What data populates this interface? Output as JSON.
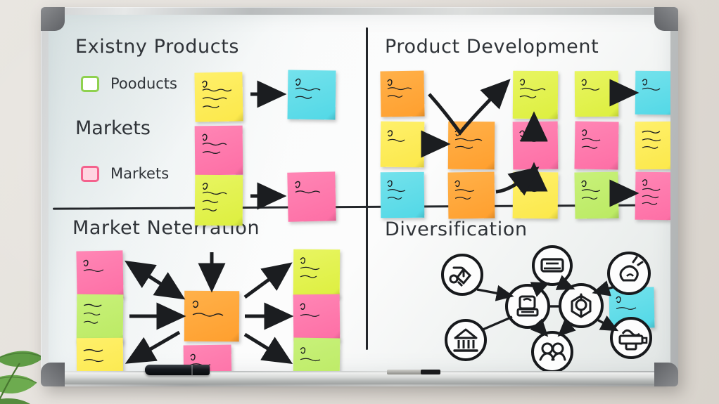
{
  "scene": {
    "background_color": "#e5e1dc",
    "plant": {
      "name": "potted-plant",
      "leaf_color": "#6aa84f"
    }
  },
  "board": {
    "frame_color": "#c3c6c7",
    "corner_cap_color": "#6f7174",
    "surface_color": "#fbfcfc",
    "tray": {
      "markers": [
        {
          "name": "black-whiteboard-marker",
          "color": "#14181d"
        },
        {
          "name": "silver-marker",
          "color": "#b9b9b4"
        },
        {
          "name": "black-marker-tip",
          "color": "#1a1a1c"
        }
      ]
    }
  },
  "quadrants": {
    "top_left": {
      "title": "Existny Products",
      "legend": [
        {
          "label": "Pooducts",
          "swatch_color": "#8fd14f",
          "swatch_fill": "#ffffff"
        },
        {
          "label": "Markets",
          "swatch_color": "#f4628d",
          "swatch_fill": "#ffd5e1"
        }
      ],
      "subheading": "Markets",
      "notes": [
        {
          "id": "tl-n1",
          "color": "yellow",
          "lines": 4,
          "row": 1,
          "col": 1
        },
        {
          "id": "tl-n2",
          "color": "cyan",
          "lines": 3,
          "row": 1,
          "col": 2
        },
        {
          "id": "tl-n3",
          "color": "pink",
          "lines": 3,
          "row": 2,
          "col": 1
        },
        {
          "id": "tl-n4",
          "color": "lime",
          "lines": 4,
          "row": 3,
          "col": 1
        },
        {
          "id": "tl-n5",
          "color": "pink",
          "lines": 2,
          "row": 3,
          "col": 2
        }
      ],
      "arrows": [
        {
          "from": "tl-n1",
          "to": "tl-n2",
          "style": "straight-right"
        },
        {
          "from": "tl-n4",
          "to": "tl-n5",
          "style": "straight-right"
        }
      ]
    },
    "top_right": {
      "title": "Product Development",
      "notes": [
        {
          "id": "tr-r1c1",
          "color": "orange",
          "lines": 3,
          "row": 1,
          "col": 1
        },
        {
          "id": "tr-r1c2",
          "color": "lime",
          "lines": 2,
          "row": 1,
          "col": 3
        },
        {
          "id": "tr-r1c3",
          "color": "lime",
          "lines": 2,
          "row": 1,
          "col": 4
        },
        {
          "id": "tr-r1c4",
          "color": "cyan",
          "lines": 2,
          "row": 1,
          "col": 5
        },
        {
          "id": "tr-r2c1",
          "color": "yellow",
          "lines": 2,
          "row": 2,
          "col": 1
        },
        {
          "id": "tr-r2c2",
          "color": "orange",
          "lines": 3,
          "row": 2,
          "col": 2
        },
        {
          "id": "tr-r2c3",
          "color": "pink",
          "lines": 2,
          "row": 2,
          "col": 3
        },
        {
          "id": "tr-r2c4",
          "color": "pink",
          "lines": 3,
          "row": 2,
          "col": 4
        },
        {
          "id": "tr-r2c5",
          "color": "yellow",
          "lines": 3,
          "row": 2,
          "col": 5
        },
        {
          "id": "tr-r3c1",
          "color": "cyan",
          "lines": 3,
          "row": 3,
          "col": 1
        },
        {
          "id": "tr-r3c2",
          "color": "orange",
          "lines": 3,
          "row": 3,
          "col": 2
        },
        {
          "id": "tr-r3c3",
          "color": "yellow",
          "lines": 2,
          "row": 3,
          "col": 3
        },
        {
          "id": "tr-r3c4",
          "color": "green",
          "lines": 3,
          "row": 3,
          "col": 4
        },
        {
          "id": "tr-r3c5",
          "color": "pink",
          "lines": 4,
          "row": 3,
          "col": 5
        }
      ],
      "arrows": [
        {
          "from": "tr-r1c1",
          "to": "tr-r1c2",
          "style": "curved-up-v"
        },
        {
          "from": "tr-r2c1",
          "to": "tr-r2c2",
          "style": "straight-right"
        },
        {
          "from": "tr-r1c2",
          "to": "tr-r2c3",
          "style": "straight-down"
        },
        {
          "from": "tr-r2c3",
          "to": "tr-r3c3",
          "style": "straight-down"
        },
        {
          "from": "tr-r3c2",
          "to": "tr-r2c4",
          "style": "diagonal-up-right"
        },
        {
          "from": "tr-r1c3",
          "to": "tr-r1c4",
          "style": "straight-right"
        },
        {
          "from": "tr-r3c4",
          "to": "tr-r3c5",
          "style": "straight-right"
        }
      ]
    },
    "bottom_left": {
      "title": "Market Neterration",
      "hub": {
        "id": "bl-hub",
        "color": "orange",
        "lines": 2
      },
      "notes": [
        {
          "id": "bl-l1",
          "color": "pink",
          "lines": 2,
          "position": "left-top"
        },
        {
          "id": "bl-l2",
          "color": "green",
          "lines": 3,
          "position": "left-middle"
        },
        {
          "id": "bl-l3",
          "color": "yellow",
          "lines": 2,
          "position": "left-bottom"
        },
        {
          "id": "bl-r1",
          "color": "lime",
          "lines": 3,
          "position": "right-top"
        },
        {
          "id": "bl-r2",
          "color": "pink",
          "lines": 2,
          "position": "right-middle"
        },
        {
          "id": "bl-r3",
          "color": "green",
          "lines": 2,
          "position": "right-bottom"
        },
        {
          "id": "bl-b1",
          "color": "pink",
          "lines": 3,
          "position": "below-hub"
        }
      ],
      "arrows": [
        {
          "from": "bl-hub",
          "to": "bl-l1",
          "style": "double-headed-diagonal"
        },
        {
          "from": "bl-l2",
          "to": "bl-hub",
          "style": "straight-right"
        },
        {
          "from": "bl-hub",
          "to": "bl-l3",
          "style": "diagonal-down-left"
        },
        {
          "from": "top",
          "to": "bl-hub",
          "style": "straight-down"
        },
        {
          "from": "bl-hub",
          "to": "bl-r1",
          "style": "diagonal-up-right"
        },
        {
          "from": "bl-hub",
          "to": "bl-r2",
          "style": "straight-right"
        },
        {
          "from": "bl-hub",
          "to": "bl-r3",
          "style": "diagonal-down-right"
        }
      ]
    },
    "bottom_right": {
      "title": "Diversification",
      "nodes": [
        {
          "id": "dv-n1",
          "icon_name": "handshake-icon",
          "position": "upper-left"
        },
        {
          "id": "dv-n2",
          "icon_name": "document-icon",
          "position": "top-center"
        },
        {
          "id": "dv-n3",
          "icon_name": "lightbulb-icon",
          "position": "upper-right"
        },
        {
          "id": "dv-n4",
          "icon_name": "laptop-icon",
          "position": "center-left"
        },
        {
          "id": "dv-n5",
          "icon_name": "target-icon",
          "position": "center-right"
        },
        {
          "id": "dv-n6",
          "icon_name": "bank-icon",
          "position": "lower-left"
        },
        {
          "id": "dv-n7",
          "icon_name": "people-icon",
          "position": "bottom-center"
        },
        {
          "id": "dv-n8",
          "icon_name": "factory-icon",
          "position": "lower-right"
        }
      ],
      "edges": [
        {
          "from": "dv-n1",
          "to": "dv-n4",
          "arrow": true
        },
        {
          "from": "dv-n6",
          "to": "dv-n4",
          "arrow": false
        },
        {
          "from": "dv-n4",
          "to": "dv-n2",
          "arrow": true
        },
        {
          "from": "dv-n2",
          "to": "dv-n5",
          "arrow": true
        },
        {
          "from": "dv-n4",
          "to": "dv-n5",
          "arrow": false
        },
        {
          "from": "dv-n3",
          "to": "dv-n5",
          "arrow": true
        },
        {
          "from": "dv-n4",
          "to": "dv-n7",
          "arrow": true
        },
        {
          "from": "dv-n5",
          "to": "dv-n7",
          "arrow": true
        },
        {
          "from": "dv-n5",
          "to": "dv-n8",
          "arrow": true
        }
      ],
      "notes": [
        {
          "id": "dv-note",
          "color": "cyan",
          "lines": 2,
          "position": "right-side"
        }
      ]
    }
  }
}
